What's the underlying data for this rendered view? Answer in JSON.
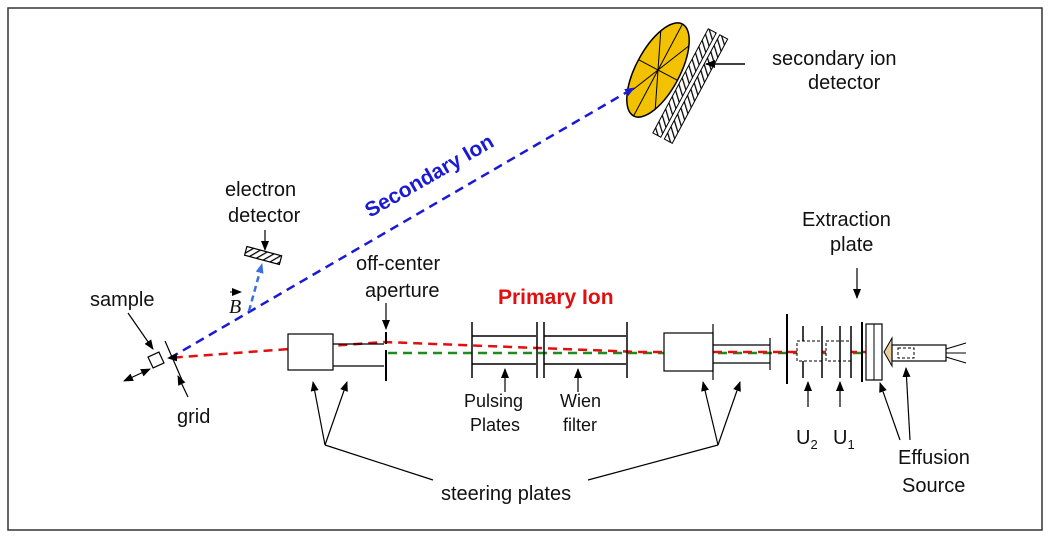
{
  "labels": {
    "secondary_detector_line1": "secondary ion",
    "secondary_detector_line2": "detector",
    "secondary_ion": "Secondary  Ion",
    "primary_ion": "Primary Ion",
    "electron_detector_line1": "electron",
    "electron_detector_line2": "detector",
    "b_field": "B",
    "sample": "sample",
    "grid": "grid",
    "off_center_line1": "off-center",
    "off_center_line2": "aperture",
    "pulsing_line1": "Pulsing",
    "pulsing_line2": "Plates",
    "wien_line1": "Wien",
    "wien_line2": "filter",
    "extraction_line1": "Extraction",
    "extraction_line2": "plate",
    "u2": "U",
    "u2_sub": "2",
    "u1": "U",
    "u1_sub": "1",
    "effusion_line1": "Effusion",
    "effusion_line2": "Source",
    "steering": "steering plates"
  },
  "colors": {
    "secondary_beam": "#1a1ad6",
    "primary_beam": "#e01010",
    "neutral_beam": "#1f8a1f",
    "electron_beam": "#3a6fe0",
    "detector_fill": "#f2c200",
    "effusion_fill": "#e8cfa0"
  }
}
